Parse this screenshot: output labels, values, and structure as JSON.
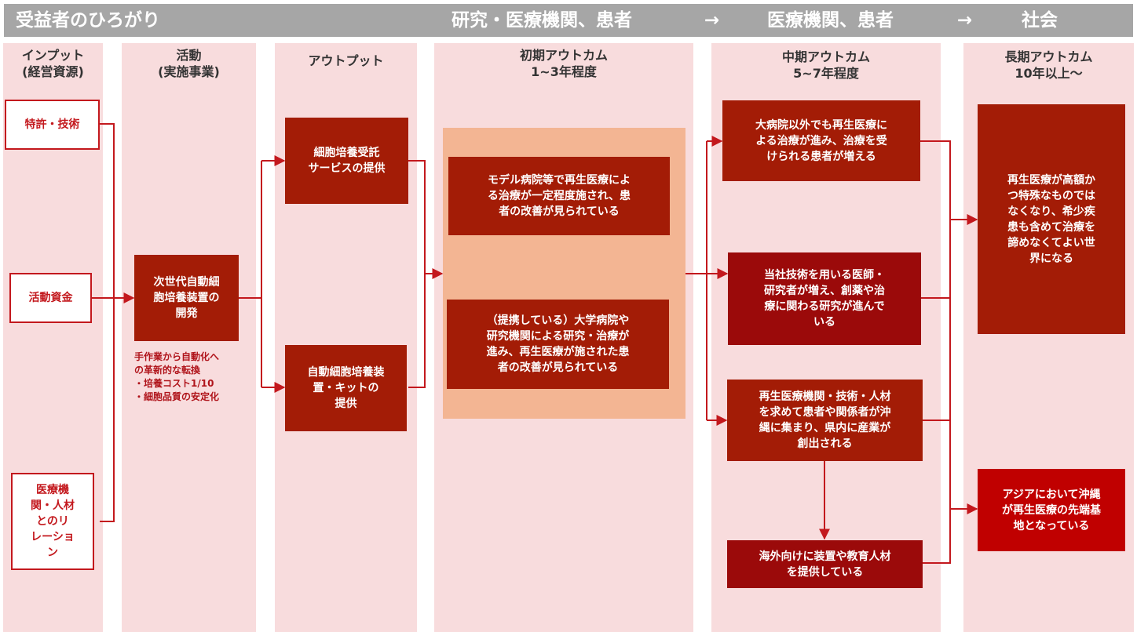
{
  "banner": {
    "title": "受益者のひろがり",
    "stage1": "研究・医療機関、患者",
    "arrow1": "→",
    "stage2": "医療機関、患者",
    "arrow2": "→",
    "stage3": "社会"
  },
  "columns": {
    "input": "インプット\n(経営資源)",
    "activity": "活動\n(実施事業)",
    "output": "アウトプット",
    "short": "初期アウトカム\n1~3年程度",
    "mid": "中期アウトカム\n5~7年程度",
    "long": "長期アウトカム\n10年以上～"
  },
  "inputs": [
    "特許・技術",
    "活動資金",
    "医療機\n関・人材\nとのリ\nレーショ\nン"
  ],
  "activity": {
    "box": "次世代自動細\n胞培養装置の\n開発",
    "note": "手作業から自動化へ\nの革新的な転換\n・培養コスト1/10\n・細胞品質の安定化"
  },
  "outputs": [
    "細胞培養受託\nサービスの提供",
    "自動細胞培養装\n置・キットの\n提供"
  ],
  "short_outcomes": [
    "モデル病院等で再生医療によ\nる治療が一定程度施され、患\n者の改善が見られている",
    "（提携している）大学病院や\n研究機関による研究・治療が\n進み、再生医療が施された患\n者の改善が見られている"
  ],
  "mid_outcomes": [
    "大病院以外でも再生医療に\nよる治療が進み、治療を受\nけられる患者が増える",
    "当社技術を用いる医師・\n研究者が増え、創薬や治\n療に関わる研究が進んで\nいる",
    "再生医療機関・技術・人材\nを求めて患者や関係者が沖\n縄に集まり、県内に産業が\n創出される",
    "海外向けに装置や教育人材\nを提供している"
  ],
  "long_outcomes": [
    "再生医療が高額か\nつ特殊なものでは\nなくなり、希少疾\n患も含めて治療を\n諦めなくてよい世\n界になる",
    "アジアにおいて沖縄\nが再生医療の先端基\n地となっている"
  ],
  "colors": {
    "banner": "#a6a6a6",
    "column": "#f8dcdd",
    "box": "#a31c06",
    "box_maroon": "#9b0a0a",
    "box_bright": "#c00000",
    "panel": "#f3b593",
    "line": "#c3181d"
  }
}
